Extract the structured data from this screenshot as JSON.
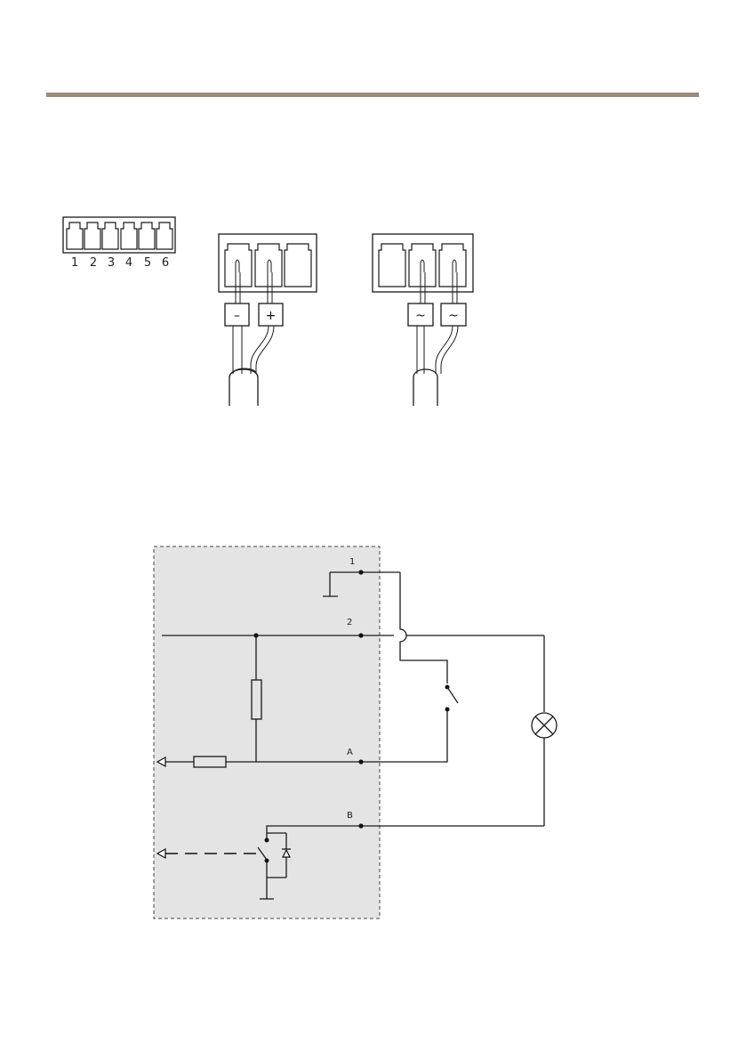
{
  "colors": {
    "rule": "#9b8b7d",
    "shade": "#e4e4e4",
    "line": "#1a1a1a"
  },
  "connectors": {
    "pin_numbers": [
      "1",
      "2",
      "3",
      "4",
      "5",
      "6"
    ],
    "dc_terminals": [
      "–",
      "+"
    ],
    "ac_terminals": [
      "~",
      "~"
    ]
  },
  "schematic": {
    "pins": {
      "p1": "1",
      "p2": "2",
      "pa": "A",
      "pb": "B"
    },
    "icons": [
      "ground-icon",
      "resistor-icon",
      "switch-icon",
      "lamp-icon",
      "diode-icon",
      "arrow-icon"
    ]
  }
}
